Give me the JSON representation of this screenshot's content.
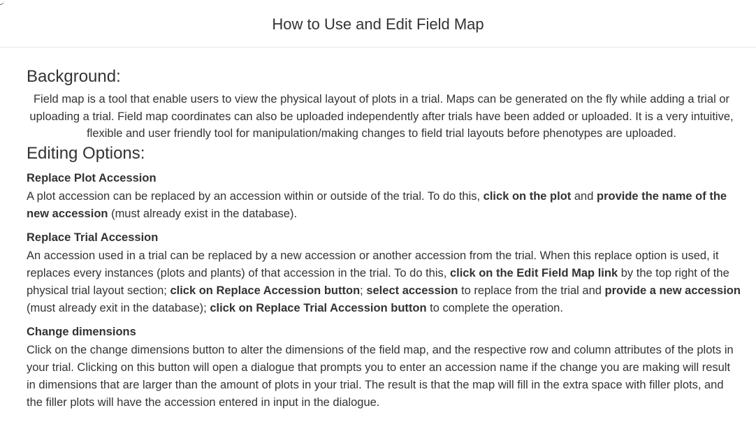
{
  "modal": {
    "title": "How to Use and Edit Field Map"
  },
  "background": {
    "heading": "Background:",
    "text": "Field map is a tool that enable users to view the physical layout of plots in a trial. Maps can be generated on the fly while adding a trial or uploading a trial. Field map coordinates can also be uploaded independently after trials have been added or uploaded. It is a very intuitive, flexible and user friendly tool for manipulation/making changes to field trial layouts before phenotypes are uploaded."
  },
  "editing": {
    "heading": "Editing Options:",
    "replace_plot": {
      "title": "Replace Plot Accession",
      "t1": "A plot accession can be replaced by an accession within or outside of the trial. To do this, ",
      "b1": "click on the plot",
      "t2": " and ",
      "b2": "provide the name of the new accession",
      "t3": " (must already exist in the database)."
    },
    "replace_trial": {
      "title": "Replace Trial Accession",
      "t1": "An accession used in a trial can be replaced by a new accession or another accession from the trial. When this replace option is used, it replaces every instances (plots and plants) of that accession in the trial. To do this, ",
      "b1": "click on the Edit Field Map link",
      "t2": " by the top right of the physical trial layout section; ",
      "b2": "click on Replace Accession button",
      "t3": "; ",
      "b3": "select accession",
      "t4": " to replace from the trial and ",
      "b4": "provide a new accession",
      "t5": " (must already exit in the database); ",
      "b5": "click on Replace Trial Accession button",
      "t6": " to complete the operation."
    },
    "change_dimensions": {
      "title": "Change dimensions",
      "text": "Click on the change dimensions button to alter the dimensions of the field map, and the respective row and column attributes of the plots in your trial. Clicking on this button will open a dialogue that prompts you to enter an accession name if the change you are making will result in dimensions that are larger than the amount of plots in your trial. The result is that the map will fill in the extra space with filler plots, and the filler plots will have the accession entered in input in the dialogue."
    }
  }
}
